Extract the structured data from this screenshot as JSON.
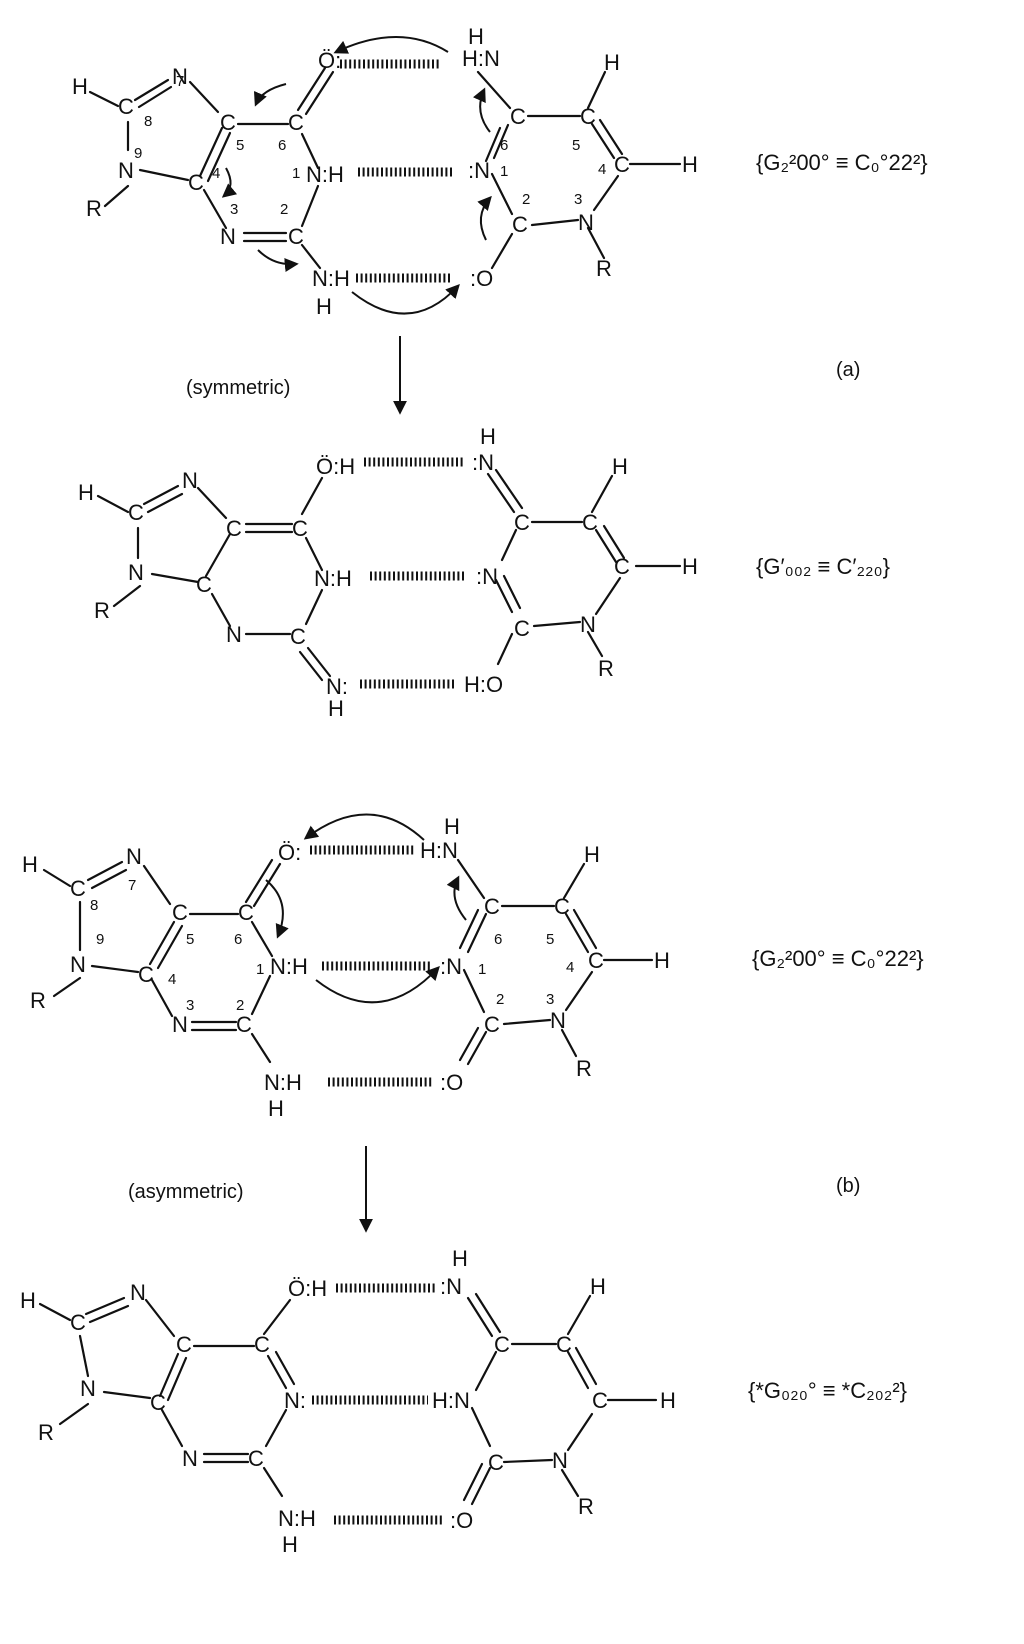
{
  "atoms": {
    "H": "H",
    "C": "C",
    "N": "N",
    "O": "O",
    "R": "R",
    "NH": "N:H",
    "HN": "H:N",
    "OH": "Ö:H",
    "HO": "H:O",
    "Nc": "N:",
    "cN": ":N",
    "cO": ":O",
    "Oc": "Ö:"
  },
  "ring_numbers": {
    "g": [
      "1",
      "2",
      "3",
      "4",
      "5",
      "6",
      "7",
      "8",
      "9"
    ],
    "c": [
      "1",
      "2",
      "3",
      "4",
      "5",
      "6"
    ]
  },
  "panels": [
    {
      "label": "(a)",
      "mechanism": "(symmetric)",
      "top_state": "{G₂²00° ≡ C₀°22²}",
      "bottom_state": "{G′₀₀₂ ≡ C′₂₂₀}"
    },
    {
      "label": "(b)",
      "mechanism": "(asymmetric)",
      "top_state": "{G₂²00° ≡ C₀°22²}",
      "bottom_state": "{*G₀₂₀° ≡ *C₂₀₂²}"
    }
  ]
}
